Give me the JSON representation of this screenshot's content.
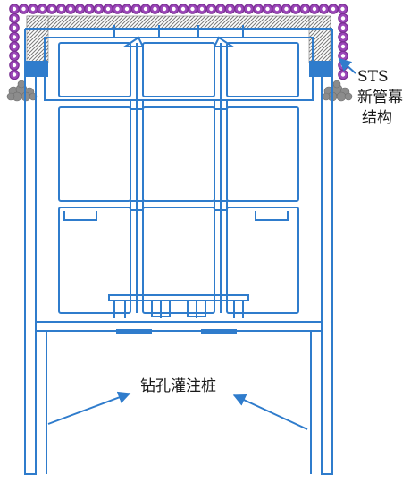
{
  "labels": {
    "sts_line1": "STS",
    "sts_line2": "新管幕",
    "sts_line3": "结构",
    "pile": "钻孔灌注桩"
  },
  "colors": {
    "structure": "#2f7ccc",
    "pipe_fill": "#9b46b8",
    "pipe_stroke": "#7a2f93",
    "hatch_stroke": "#777777",
    "gravel": "#8c8c8c",
    "text": "#1a1a1a"
  },
  "icons": {
    "pipe_ring": "circle",
    "gravel": "rock-cluster",
    "arrow": "arrow-head"
  }
}
